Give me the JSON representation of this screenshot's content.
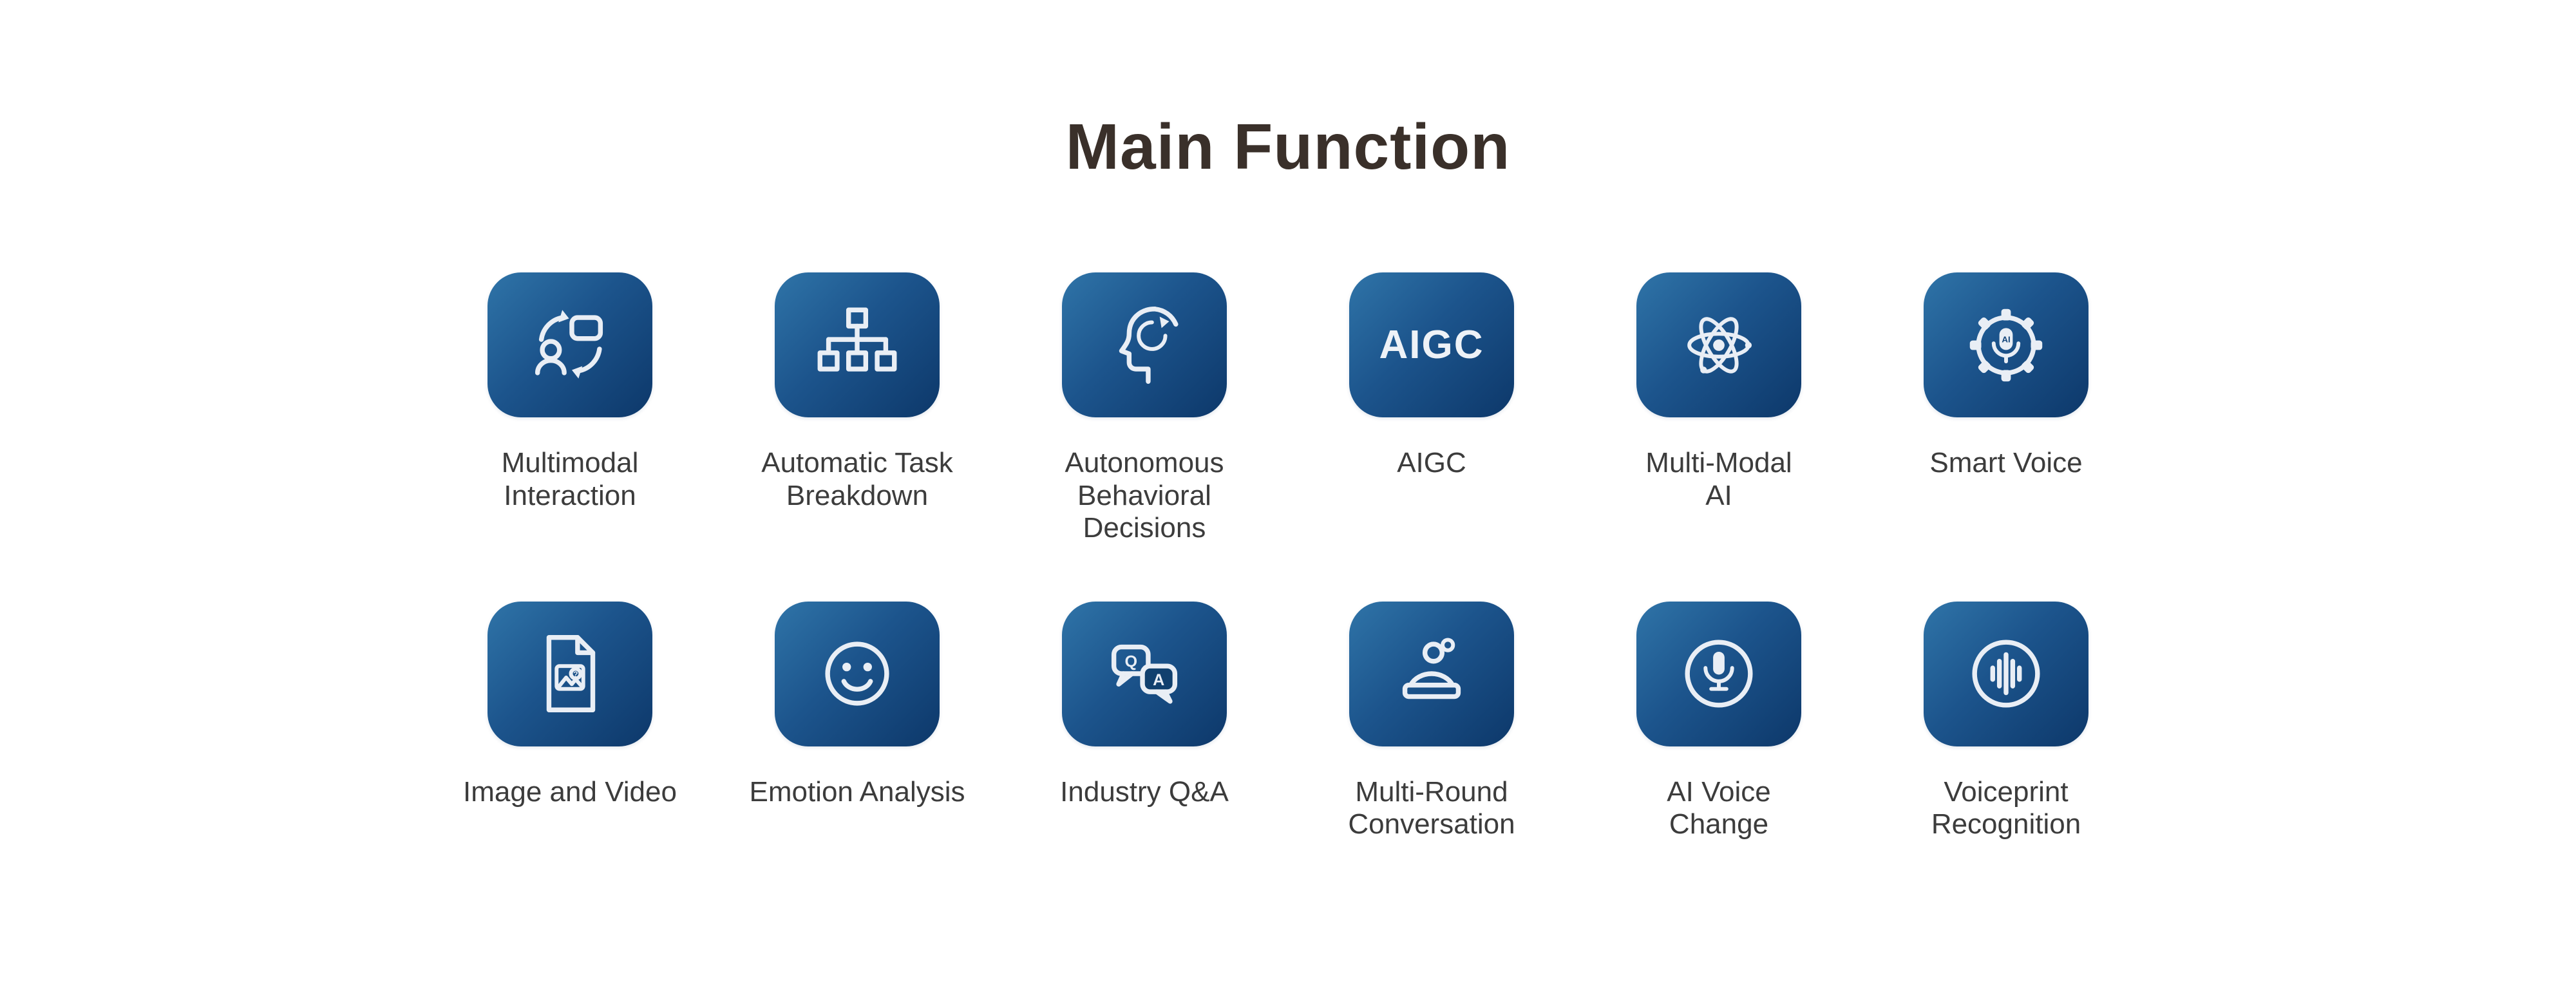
{
  "section": {
    "title": "Main Function"
  },
  "colors": {
    "tile_gradient_start": "#2f74a8",
    "tile_gradient_end": "#0d386a",
    "icon_color": "#e9eef5",
    "title_color": "#3a302a",
    "label_color": "#3c3c3c",
    "background": "#ffffff"
  },
  "features": [
    {
      "label": "Multimodal\nInteraction",
      "icon": "multimodal-interaction-icon"
    },
    {
      "label": "Automatic Task\nBreakdown",
      "icon": "task-breakdown-icon"
    },
    {
      "label": "Autonomous\nBehavioral\nDecisions",
      "icon": "behavioral-decisions-icon"
    },
    {
      "label": "AIGC",
      "icon": "aigc-text-icon",
      "icon_text": "AIGC"
    },
    {
      "label": "Multi-Modal\nAI",
      "icon": "atom-icon"
    },
    {
      "label": "Smart Voice",
      "icon": "gear-mic-icon"
    },
    {
      "label": "Image and Video",
      "icon": "image-document-icon"
    },
    {
      "label": "Emotion Analysis",
      "icon": "smiley-face-icon"
    },
    {
      "label": "Industry Q&A",
      "icon": "qa-bubbles-icon"
    },
    {
      "label": "Multi-Round\nConversation",
      "icon": "conversation-desk-icon"
    },
    {
      "label": "AI Voice\nChange",
      "icon": "microphone-circle-icon"
    },
    {
      "label": "Voiceprint\nRecognition",
      "icon": "waveform-circle-icon"
    }
  ]
}
